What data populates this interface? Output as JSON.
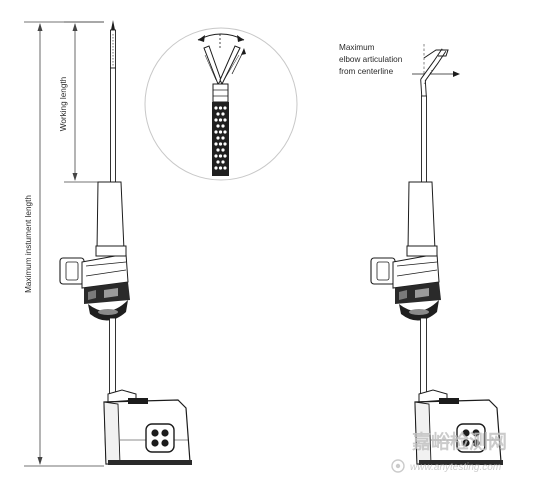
{
  "labels": {
    "working_length": "Working length",
    "max_instrument_length": "Maximum instument length",
    "elbow_line1": "Maximum",
    "elbow_line2": "elbow articulation",
    "elbow_line3": "from centerline"
  },
  "watermark": {
    "cn_text": "嘉峪检测网",
    "url_text": "www.anytesting.com"
  },
  "colors": {
    "line": "#1c1c1c",
    "body_dark": "#2a2a2a",
    "body_mid": "#7a7a7a",
    "body_light": "#e9e9e9",
    "zoom_circle": "#c8c8c8",
    "watermark": "#c3c3c3"
  }
}
